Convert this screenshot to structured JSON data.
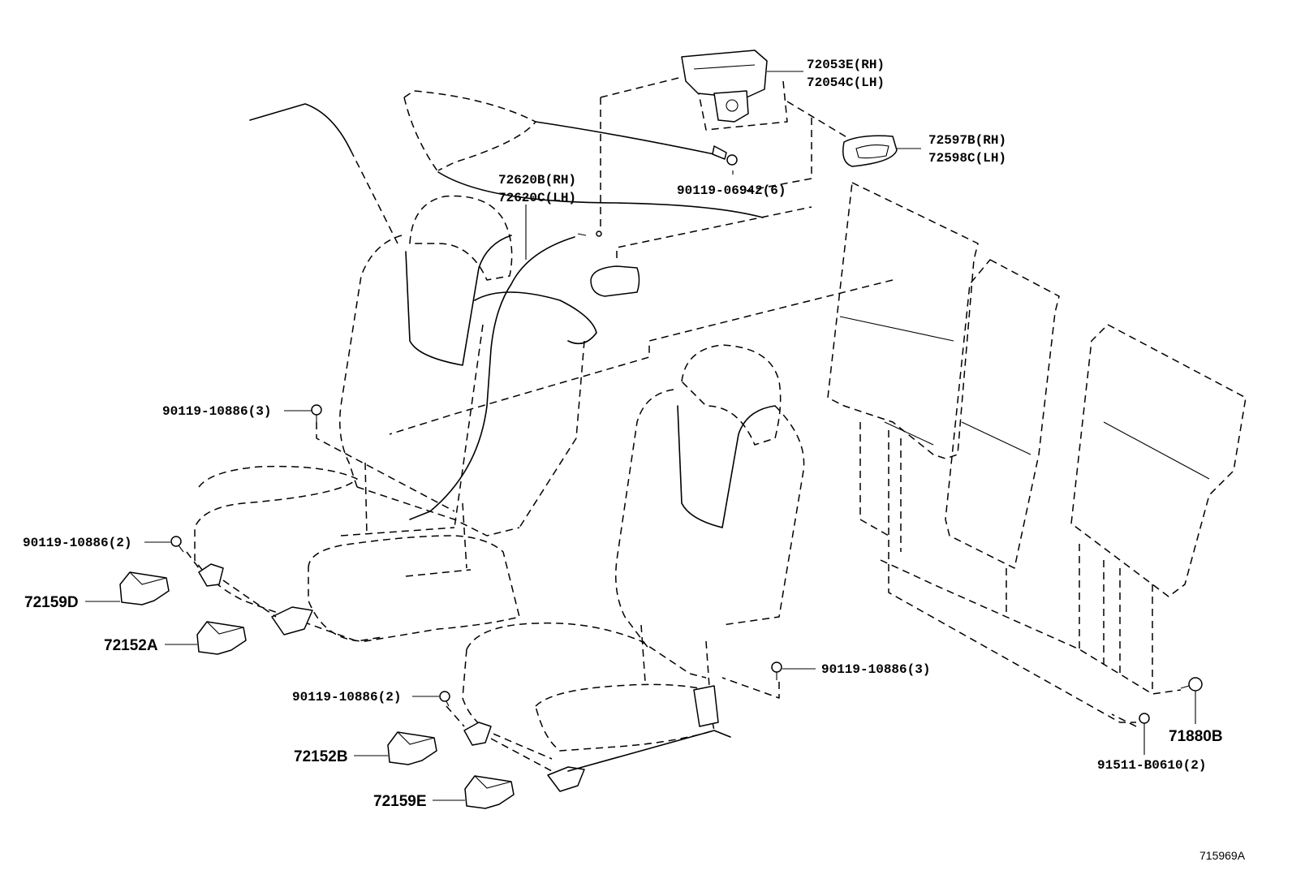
{
  "callouts": {
    "p72053E": "72053E(RH)",
    "p72054C": "72054C(LH)",
    "p72597B": "72597B(RH)",
    "p72598C": "72598C(LH)",
    "p90119_06942": "90119-06942(6)",
    "p72620B": "72620B(RH)",
    "p72620C": "72620C(LH)",
    "p90119_10886_3a": "90119-10886(3)",
    "p90119_10886_2a": "90119-10886(2)",
    "p72159D": "72159D",
    "p72152A": "72152A",
    "p90119_10886_3b": "90119-10886(3)",
    "p90119_10886_2b": "90119-10886(2)",
    "p72152B": "72152B",
    "p72159E": "72159E",
    "p71880B": "71880B",
    "p91511_B0610": "91511-B0610(2)"
  },
  "diagram_code": "715969A"
}
